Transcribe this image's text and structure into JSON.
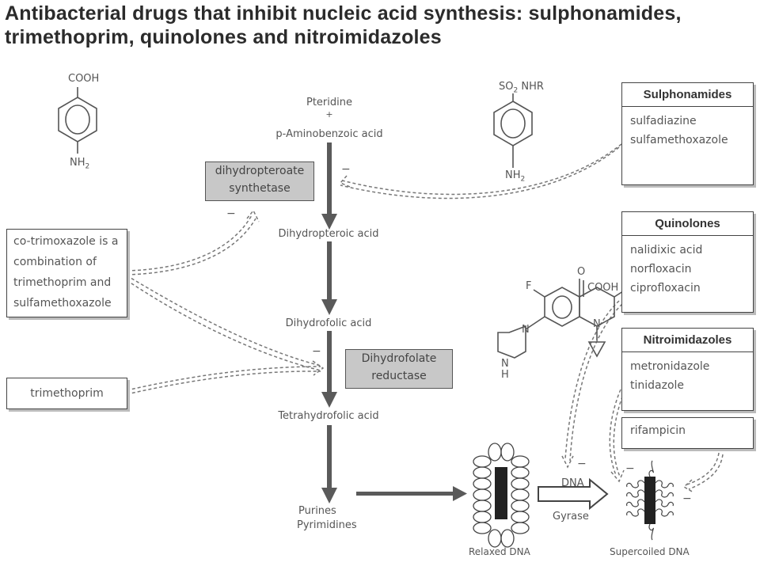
{
  "title": {
    "line1": "Antibacterial drugs that inhibit nucleic acid synthesis: sulphonamides,",
    "line2": "trimethoprim, quinolones and nitroimidazoles"
  },
  "pathway": {
    "start1": "Pteridine",
    "plus": "+",
    "start2": "p-Aminobenzoic acid",
    "step1": "Dihydropteroic acid",
    "step2": "Dihydrofolic acid",
    "step3": "Tetrahydrofolic acid",
    "end1": "Purines",
    "end2": "Pyrimidines"
  },
  "enzymes": {
    "e1_line1": "dihydropteroate",
    "e1_line2": "synthetase",
    "e2_line1": "Dihydrofolate",
    "e2_line2": "reductase"
  },
  "notes": {
    "cotrimoxazole": [
      "co-trimoxazole is a",
      "combination of",
      "trimethoprim and",
      "sulfamethoxazole"
    ],
    "trimethoprim": "trimethoprim"
  },
  "drug_classes": {
    "sulphonamides": {
      "header": "Sulphonamides",
      "items": [
        "sulfadiazine",
        "sulfamethoxazole"
      ]
    },
    "quinolones": {
      "header": "Quinolones",
      "items": [
        "nalidixic acid",
        "norfloxacin",
        "ciprofloxacin"
      ]
    },
    "nitroimidazoles": {
      "header": "Nitroimidazoles",
      "items": [
        "metronidazole",
        "tinidazole"
      ]
    },
    "rifampicin": "rifampicin"
  },
  "chemistry": {
    "paba_top": "COOH",
    "paba_bottom": "NH",
    "paba_bottom_sub": "2",
    "sulfa_top": "SO",
    "sulfa_top_sub": "2",
    "sulfa_top_rest": " NHR",
    "sulfa_bottom": "NH",
    "sulfa_bottom_sub": "2",
    "quin_f": "F",
    "quin_o": "O",
    "quin_cooh": "COOH",
    "quin_n1": "N",
    "quin_n2": "N",
    "quin_nh": "N",
    "quin_h": "H"
  },
  "dna": {
    "relaxed": "Relaxed DNA",
    "supercoiled": "Supercoiled DNA",
    "enzyme_top": "DNA",
    "enzyme_bottom": "Gyrase"
  },
  "minus_sign": "−"
}
